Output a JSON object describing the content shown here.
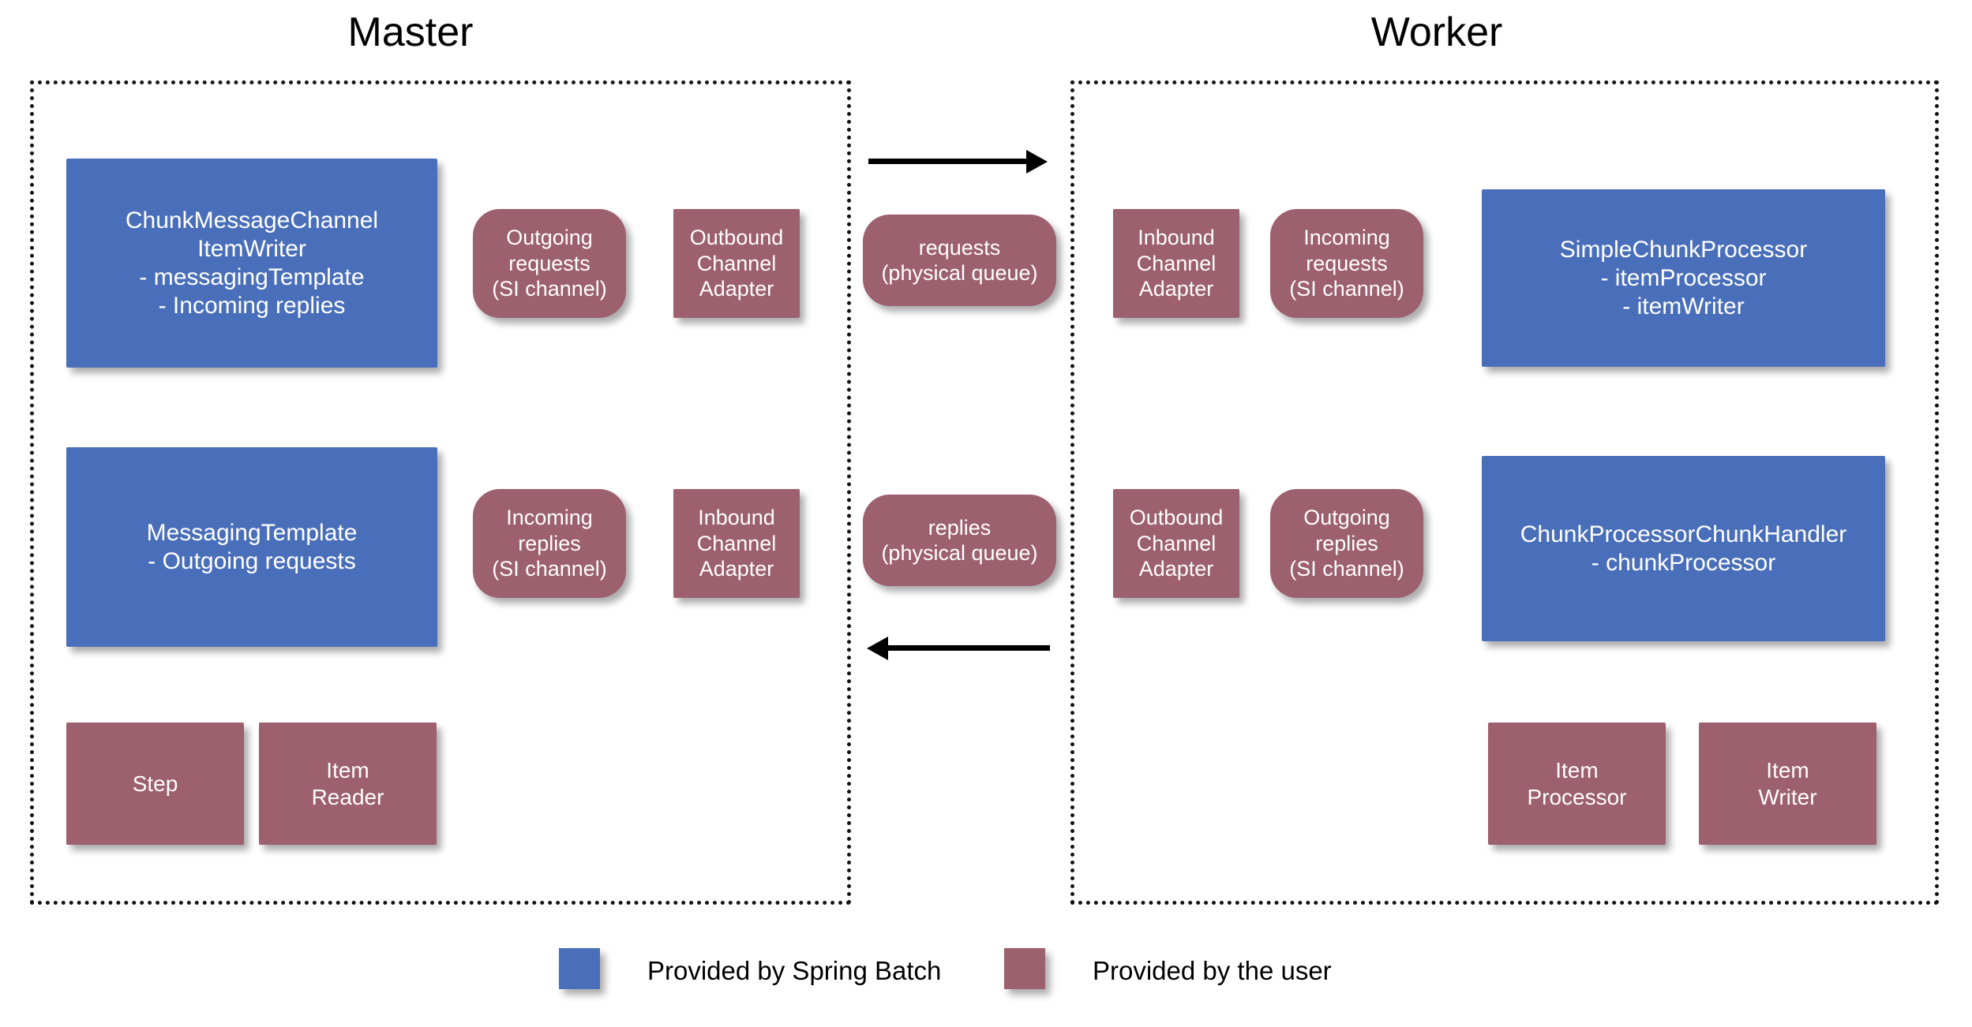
{
  "diagram": {
    "title_master": "Master",
    "title_worker": "Worker"
  },
  "colors": {
    "spring_batch_blue": "#4a6fba",
    "user_rose": "#9c606e",
    "border": "#111111",
    "arrow": "#000000",
    "background": "#ffffff"
  },
  "master": {
    "label": "Master",
    "nodes": {
      "chunk_message_channel_item_writer": "ChunkMessageChannel\nItemWriter\n- messagingTemplate\n- Incoming replies",
      "outgoing_requests_channel": "Outgoing\nrequests\n(SI channel)",
      "outbound_channel_adapter": "Outbound\nChannel\nAdapter",
      "messaging_template": "MessagingTemplate\n- Outgoing requests",
      "incoming_replies_channel": "Incoming\nreplies\n(SI channel)",
      "inbound_channel_adapter": "Inbound\nChannel\nAdapter",
      "step": "Step",
      "item_reader": "Item\nReader"
    }
  },
  "middle": {
    "requests_queue": "requests\n(physical queue)",
    "replies_queue": "replies\n(physical queue)",
    "arrow_requests_direction": "right",
    "arrow_replies_direction": "left"
  },
  "worker": {
    "label": "Worker",
    "nodes": {
      "inbound_channel_adapter": "Inbound\nChannel\nAdapter",
      "incoming_requests_channel": "Incoming\nrequests\n(SI channel)",
      "simple_chunk_processor": "SimpleChunkProcessor\n- itemProcessor\n- itemWriter",
      "outbound_channel_adapter": "Outbound\nChannel\nAdapter",
      "outgoing_replies_channel": "Outgoing\nreplies\n(SI channel)",
      "chunk_processor_chunk_handler": "ChunkProcessorChunkHandler\n- chunkProcessor",
      "item_processor": "Item\nProcessor",
      "item_writer": "Item\nWriter"
    }
  },
  "legend": {
    "items": [
      {
        "label": "Provided by Spring Batch",
        "color": "#4a6fba"
      },
      {
        "label": "Provided by the user",
        "color": "#9c606e"
      }
    ]
  }
}
